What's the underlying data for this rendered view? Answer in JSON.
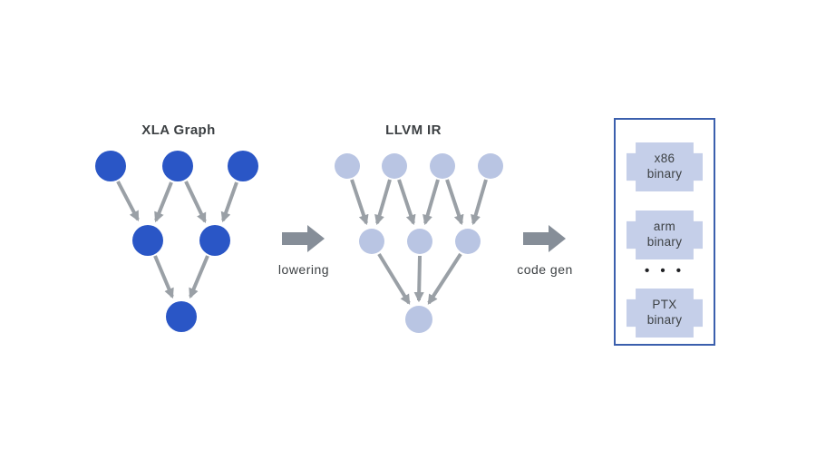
{
  "colors": {
    "background": "#ffffff",
    "node_blue": "#2a56c6",
    "node_light": "#b9c5e3",
    "edge_gray": "#9aa0a6",
    "block_arrow_gray": "#868e98",
    "box_border_blue": "#3b5fad",
    "chip_fill": "#c5cfe9",
    "text_dark": "#3c4043"
  },
  "xla": {
    "title": "XLA Graph"
  },
  "llvm": {
    "title": "LLVM IR"
  },
  "transitions": [
    {
      "label": "lowering"
    },
    {
      "label": "code gen"
    }
  ],
  "outputs": {
    "chips": [
      {
        "label": "x86\nbinary"
      },
      {
        "label": "arm\nbinary"
      },
      {
        "label": "PTX\nbinary"
      }
    ],
    "ellipsis": "• • •"
  }
}
